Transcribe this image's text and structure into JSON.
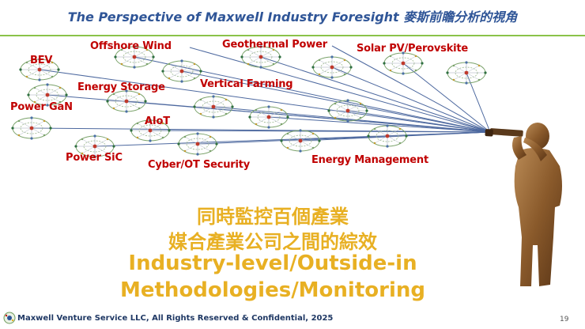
{
  "slide": {
    "title": "The Perspective of Maxwell Industry Foresight 麥斯前瞻分析的視角",
    "industries": [
      {
        "name": "BEV"
      },
      {
        "name": "Offshore Wind"
      },
      {
        "name": "Geothermal Power"
      },
      {
        "name": "Solar PV/Perovskite"
      },
      {
        "name": "Energy Storage"
      },
      {
        "name": "Vertical Farming"
      },
      {
        "name": "Power GaN"
      },
      {
        "name": "AIoT"
      },
      {
        "name": "Power SiC"
      },
      {
        "name": "Cyber/OT Security"
      },
      {
        "name": "Energy Management"
      }
    ],
    "headline_cn_1": "同時監控百個產業",
    "headline_cn_2": "媒合產業公司之間的綜效",
    "headline_en_1": "Industry-level/Outside-in",
    "headline_en_2": "Methodologies/Monitoring",
    "footer": "Maxwell Venture Service LLC, All Rights Reserved & Confidential, 2025",
    "page_number": "19"
  },
  "colors": {
    "title": "#2f5597",
    "rule": "#8bc34a",
    "label": "#c00000",
    "headline": "#e8b023",
    "sight_line": "#2f4f8f",
    "figure": "#8a5a2b",
    "footer": "#1f3864"
  },
  "icons": {
    "cluster": "industry-network-diagram-icon",
    "figure": "man-with-telescope-silhouette",
    "logo": "maxwell-logo-icon"
  }
}
